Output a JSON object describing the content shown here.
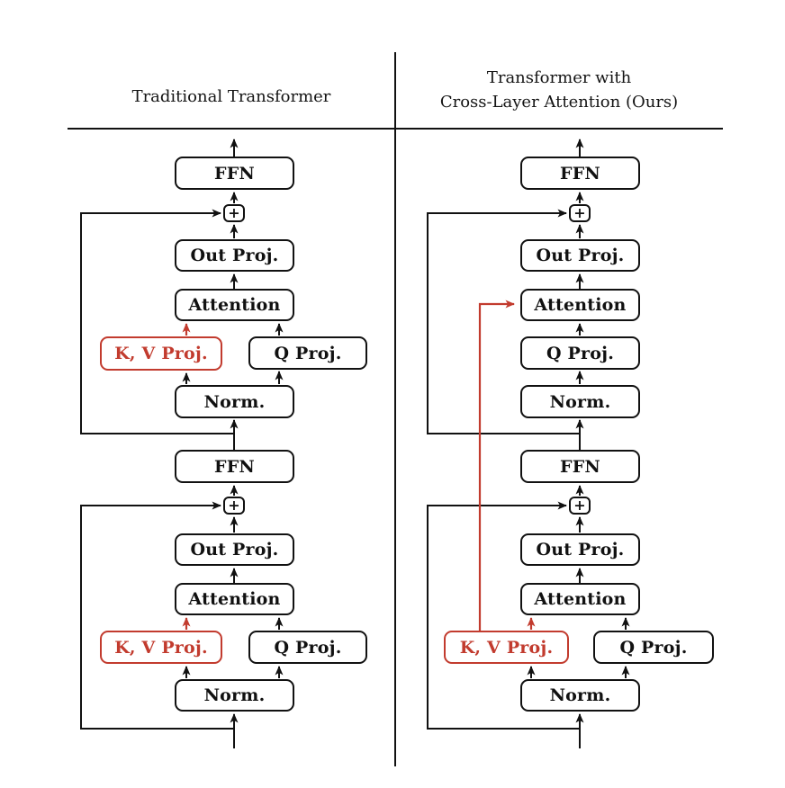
{
  "figure": {
    "left_panel": {
      "title": "Traditional Transformer"
    },
    "right_panel": {
      "title_line1": "Transformer with",
      "title_line2": "Cross-Layer Attention (Ours)"
    }
  },
  "labels": {
    "ffn": "FFN",
    "add": "+",
    "out_proj": "Out Proj.",
    "attention": "Attention",
    "kv_proj": "K, V Proj.",
    "q_proj": "Q Proj.",
    "norm": "Norm."
  },
  "colors": {
    "kv_accent_red": "#c23b2e",
    "line_black": "#111111",
    "background": "#ffffff"
  }
}
